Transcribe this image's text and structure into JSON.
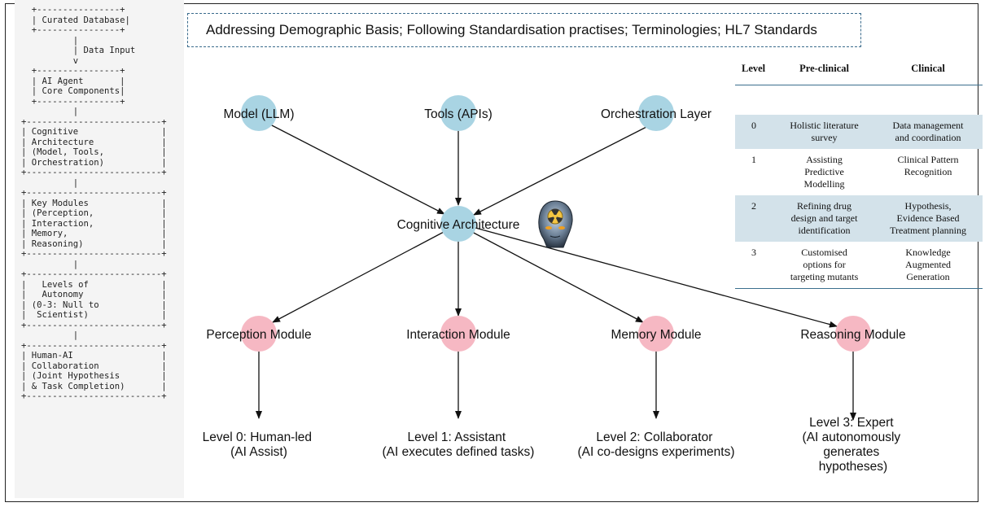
{
  "ascii_flow": "  +----------------+\n  | Curated Database|\n  +----------------+\n          |\n          | Data Input\n          v\n  +----------------+\n  | AI Agent       |\n  | Core Components|\n  +----------------+\n          |\n+--------------------------+\n| Cognitive                |\n| Architecture             |\n| (Model, Tools,           |\n| Orchestration)           |\n+--------------------------+\n          |\n+--------------------------+\n| Key Modules              |\n| (Perception,             |\n| Interaction,             |\n| Memory,                  |\n| Reasoning)               |\n+--------------------------+\n          |\n+--------------------------+\n|   Levels of              |\n|   Autonomy               |\n| (0-3: Null to            |\n|  Scientist)              |\n+--------------------------+\n          |\n+--------------------------+\n| Human-AI                 |\n| Collaboration            |\n| (Joint Hypothesis        |\n| & Task Completion)       |\n+--------------------------+",
  "standards_banner": "Addressing Demographic Basis; Following Standardisation practises; Terminologies; HL7 Standards",
  "nodes": {
    "model": "Model (LLM)",
    "tools": "Tools (APIs)",
    "orchestration": "Orchestration Layer",
    "cognitive": "Cognitive Architecture",
    "perception": "Perception Module",
    "interaction": "Interaction Module",
    "memory": "Memory Module",
    "reasoning": "Reasoning Module"
  },
  "levels": {
    "l0": [
      "Level 0: Human-led",
      "(AI Assist)"
    ],
    "l1": [
      "Level 1: Assistant",
      "(AI executes defined tasks)"
    ],
    "l2": [
      "Level 2: Collaborator",
      "(AI co-designs experiments)"
    ],
    "l3": [
      "Level 3: Expert",
      "(AI autonomously",
      "generates",
      "hypotheses)"
    ]
  },
  "table": {
    "headers": [
      "Level",
      "Pre-clinical",
      "Clinical"
    ],
    "rows": [
      {
        "level": "0",
        "pre": [
          "Holistic literature",
          "survey"
        ],
        "clin": [
          "Data management",
          "and coordination"
        ]
      },
      {
        "level": "1",
        "pre": [
          "Assisting",
          "Predictive",
          "Modelling"
        ],
        "clin": [
          "Clinical Pattern",
          "Recognition"
        ]
      },
      {
        "level": "2",
        "pre": [
          "Refining drug",
          "design and target",
          "identification"
        ],
        "clin": [
          "Hypothesis,",
          "Evidence Based",
          "Treatment planning"
        ]
      },
      {
        "level": "3",
        "pre": [
          "Customised",
          "options for",
          "targeting mutants"
        ],
        "clin": [
          "Knowledge",
          "Augmented",
          "Generation"
        ]
      }
    ]
  },
  "colors": {
    "top_node": "#a9d4e3",
    "module_node": "#f6b8c3",
    "edge": "#111111",
    "table_shade": "#d3e2ea",
    "table_rule": "#3b6f8e",
    "banner_border": "#3a6b8c"
  }
}
